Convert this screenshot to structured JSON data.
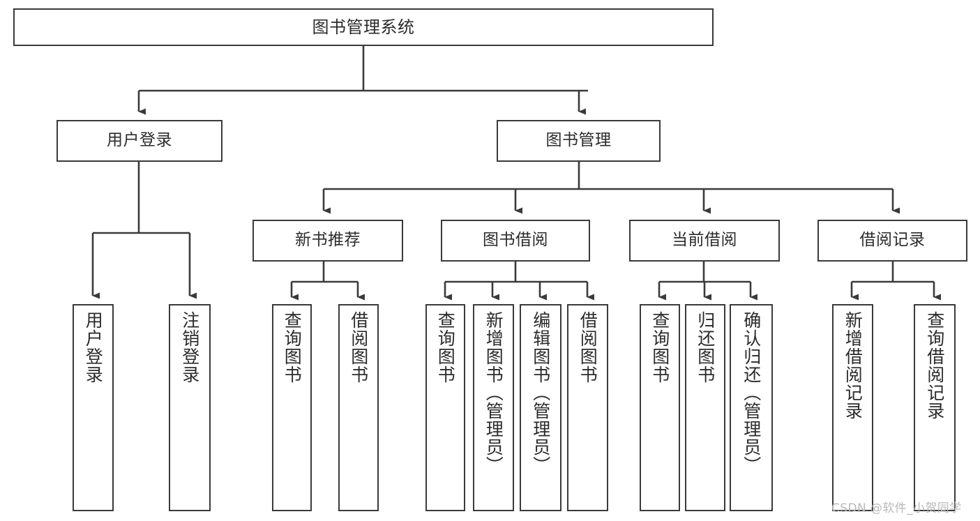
{
  "diagram": {
    "title": "图书管理系统",
    "type": "tree-hierarchy",
    "watermark": "CSDN @软件_小贺同学",
    "colors": {
      "box_stroke": "#3a3a3a",
      "box_fill": "#ffffff",
      "text": "#2b2b2b",
      "edge": "#3a3a3a",
      "watermark": "#b9b9b9",
      "background": "#ffffff"
    },
    "nodes": {
      "root": {
        "label": "图书管理系统"
      },
      "level2": [
        {
          "id": "user-login",
          "label": "用户登录"
        },
        {
          "id": "book-manage",
          "label": "图书管理"
        }
      ],
      "level3": [
        {
          "id": "new-book-recommend",
          "label": "新书推荐"
        },
        {
          "id": "book-borrow",
          "label": "图书借阅"
        },
        {
          "id": "current-borrow",
          "label": "当前借阅"
        },
        {
          "id": "borrow-record",
          "label": "借阅记录"
        }
      ],
      "leaves": {
        "user_login": [
          {
            "id": "leaf-user-login",
            "label": "用户登录"
          },
          {
            "id": "leaf-logout-login",
            "label": "注销登录"
          }
        ],
        "new_book_recommend": [
          {
            "id": "leaf-query-book-1",
            "label": "查询图书"
          },
          {
            "id": "leaf-borrow-book-1",
            "label": "借阅图书"
          }
        ],
        "book_borrow": [
          {
            "id": "leaf-query-book-2",
            "label": "查询图书"
          },
          {
            "id": "leaf-add-book",
            "label": "新增图书（管理员）"
          },
          {
            "id": "leaf-edit-book",
            "label": "编辑图书（管理员）"
          },
          {
            "id": "leaf-borrow-book-2",
            "label": "借阅图书"
          }
        ],
        "current_borrow": [
          {
            "id": "leaf-query-book-3",
            "label": "查询图书"
          },
          {
            "id": "leaf-return-book",
            "label": "归还图书"
          },
          {
            "id": "leaf-confirm-return",
            "label": "确认归还（管理员）"
          }
        ],
        "borrow_record": [
          {
            "id": "leaf-add-record",
            "label": "新增借阅记录"
          },
          {
            "id": "leaf-query-record",
            "label": "查询借阅记录"
          }
        ]
      }
    }
  }
}
